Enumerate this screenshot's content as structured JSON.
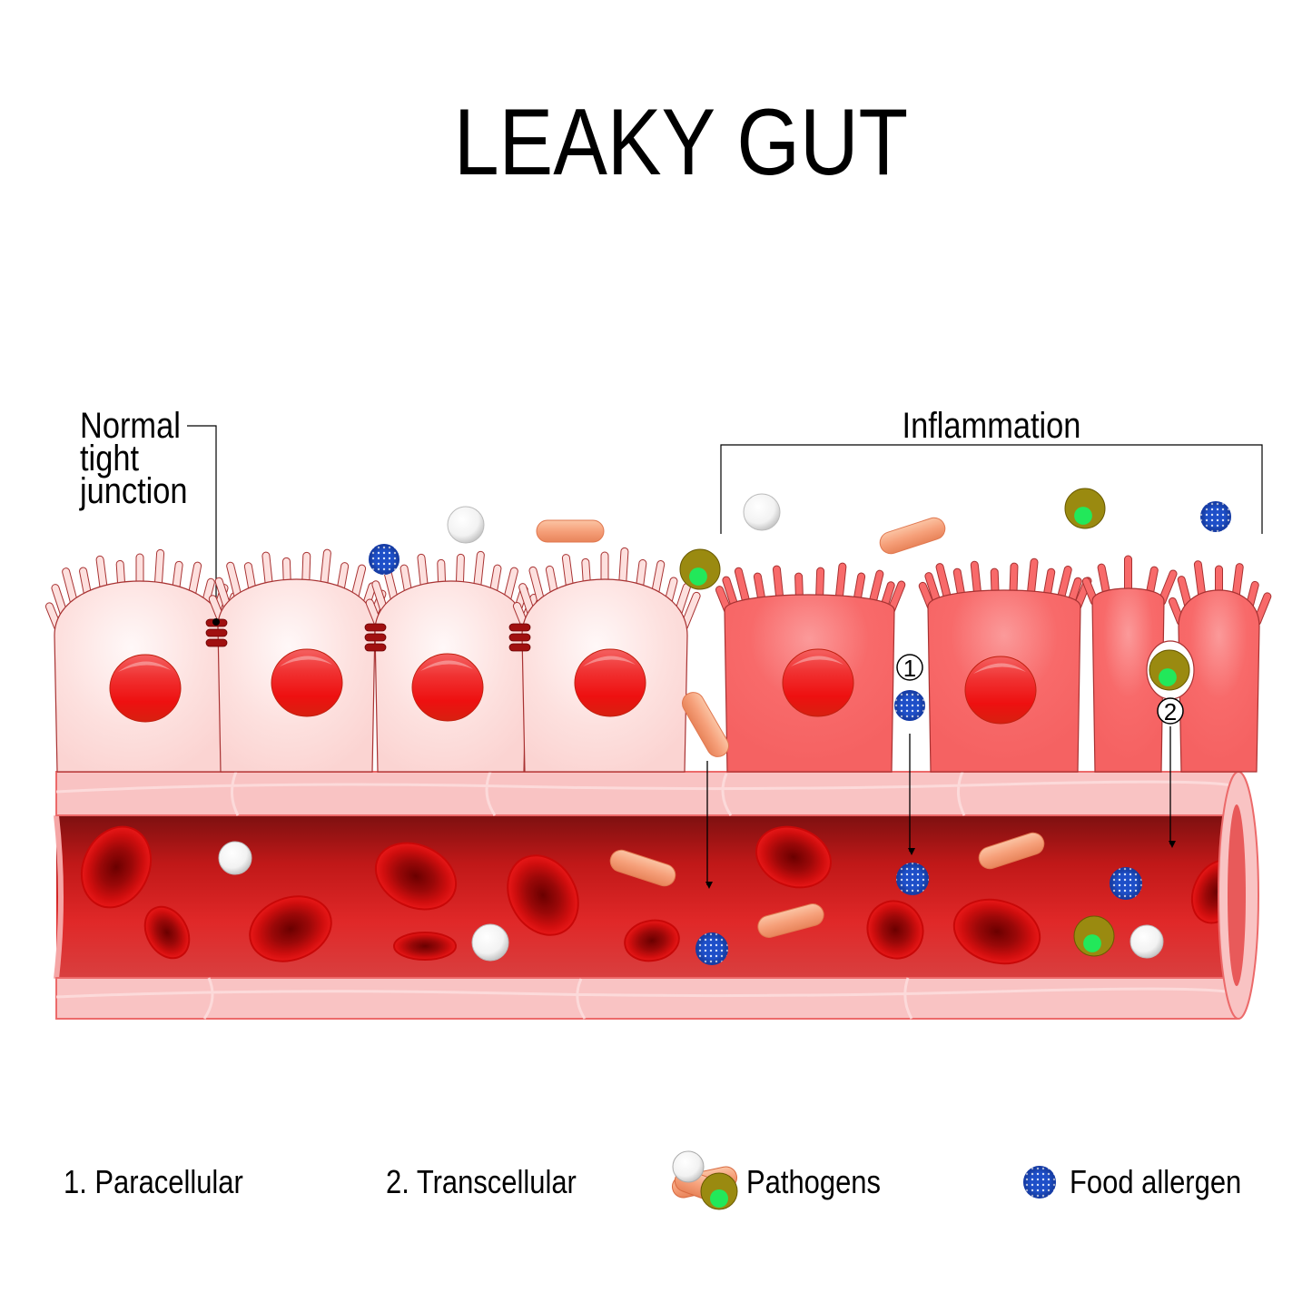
{
  "title": "LEAKY GUT",
  "labels": {
    "normal_tight_junction": [
      "Normal",
      "tight",
      "junction"
    ],
    "inflammation": "Inflammation"
  },
  "markers": {
    "paracellular": "1",
    "transcellular": "2"
  },
  "legend": [
    {
      "label": "1. Paracellular"
    },
    {
      "label": "2. Transcellular"
    },
    {
      "label": "Pathogens",
      "icon": "pathogens-icon"
    },
    {
      "label": "Food allergen",
      "icon": "food-allergen-icon"
    }
  ],
  "colors": {
    "healthy_cell": "#fde0de",
    "inflamed_cell": "#f86a6a",
    "cell_outline": "#a83232",
    "nucleus": "#e81010",
    "tight_junction": "#a01010",
    "vessel_wall": "#f9c3c3",
    "allergen": "#1e4fc8",
    "pathogen_shell": "#9a8a10",
    "pathogen_core": "#22e85a",
    "bacillus": "#f6a07a"
  }
}
